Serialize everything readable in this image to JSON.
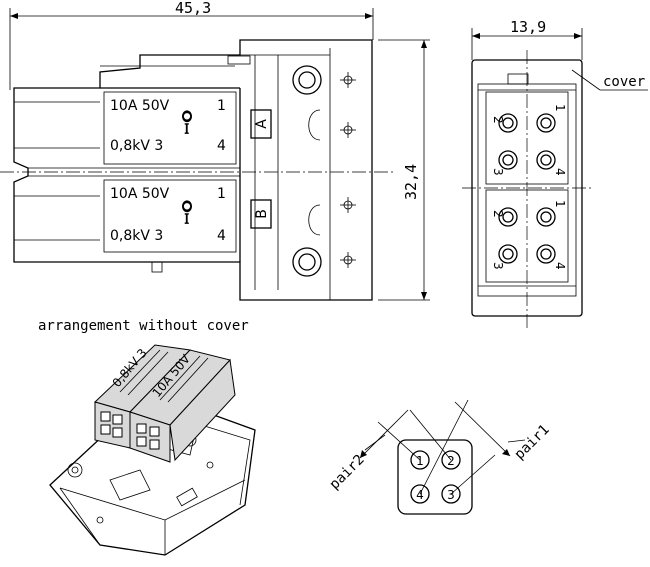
{
  "dimensions": {
    "width": "45,3",
    "height": "32,4",
    "depth": "13,9"
  },
  "labels": {
    "cover": "cover",
    "arrangement": "arrangement without cover",
    "pair1": "pair1",
    "pair2": "pair2"
  },
  "module_a": {
    "rating_current": "10A 50V",
    "rating_voltage": "0,8kV 3",
    "pin_top": "1",
    "pin_bottom": "4",
    "letter": "A"
  },
  "module_b": {
    "rating_current": "10A 50V",
    "rating_voltage": "0,8kV 3",
    "pin_top": "1",
    "pin_bottom": "4",
    "letter": "B"
  },
  "end_view": {
    "pins_top": [
      "2",
      "1"
    ],
    "pins_mid": [
      "3",
      "4"
    ],
    "pins_low": [
      "2",
      "1"
    ],
    "pins_bot": [
      "3",
      "4"
    ]
  },
  "pin_diagram": {
    "p1": "1",
    "p2": "2",
    "p3": "3",
    "p4": "4"
  }
}
